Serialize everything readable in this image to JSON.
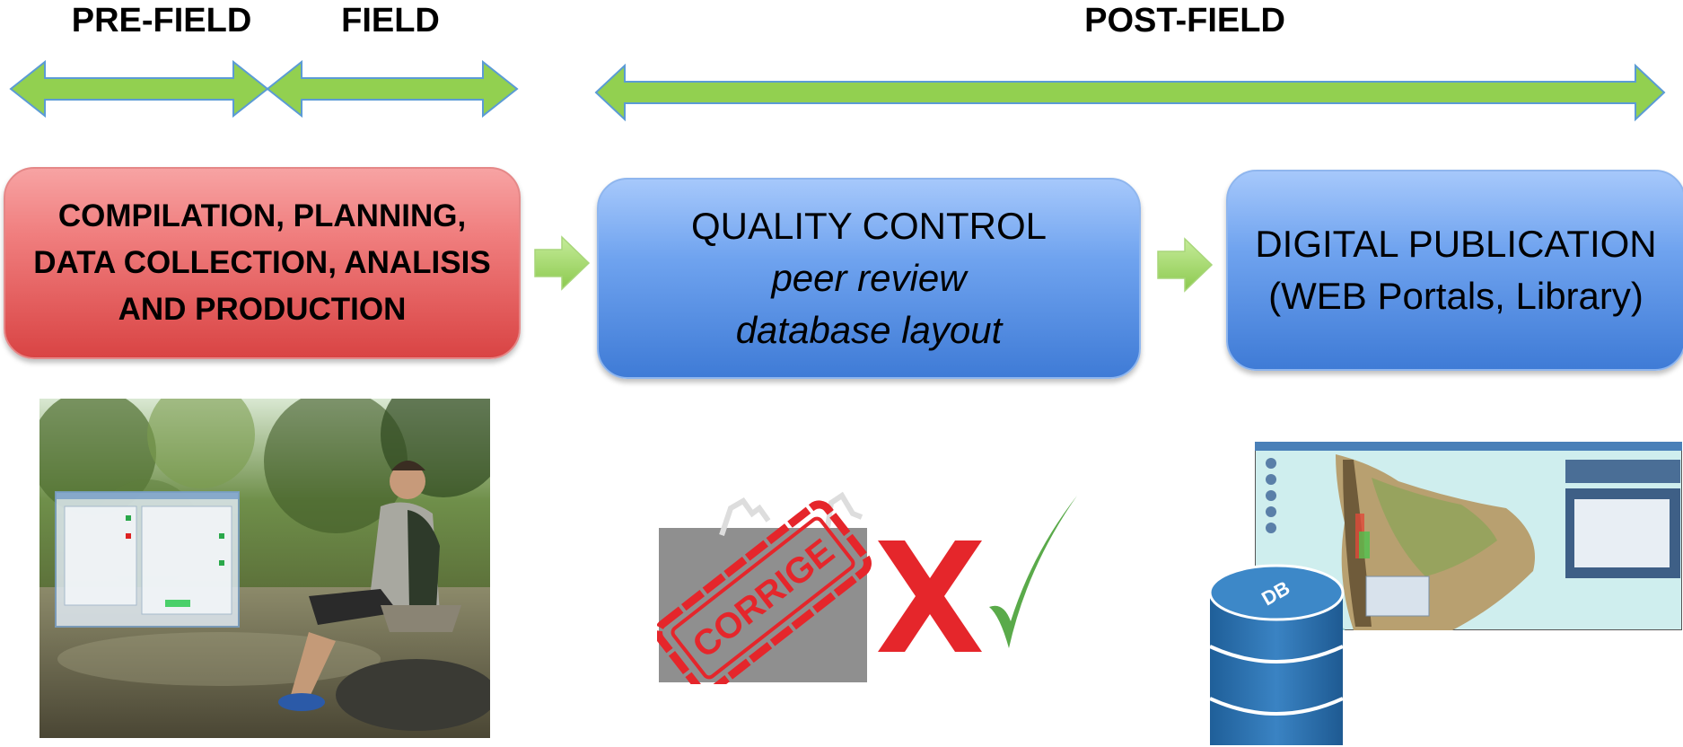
{
  "phases": {
    "pre_field": "PRE-FIELD",
    "field": "FIELD",
    "post_field": "POST-FIELD"
  },
  "boxes": {
    "compilation": {
      "line1": "COMPILATION, PLANNING,",
      "line2": "DATA COLLECTION, ANALISIS",
      "line3": "AND PRODUCTION"
    },
    "quality": {
      "title": "QUALITY CONTROL",
      "line2": "peer review",
      "line3": "database layout"
    },
    "publication": {
      "line1": "DIGITAL PUBLICATION",
      "line2": "(WEB Portals, Library)"
    }
  },
  "stamp": {
    "text": "CORRIGE"
  },
  "database": {
    "label": "DB"
  },
  "colors": {
    "arrow_green": "#92d050",
    "arrow_outline": "#5b9bd5",
    "box_red": "#e05a5a",
    "box_blue": "#5b8fe0",
    "reject_red": "#e5262b",
    "check_green": "#5aaa4a",
    "db_blue": "#2e6fa8",
    "map_sea": "#cfeeee"
  }
}
